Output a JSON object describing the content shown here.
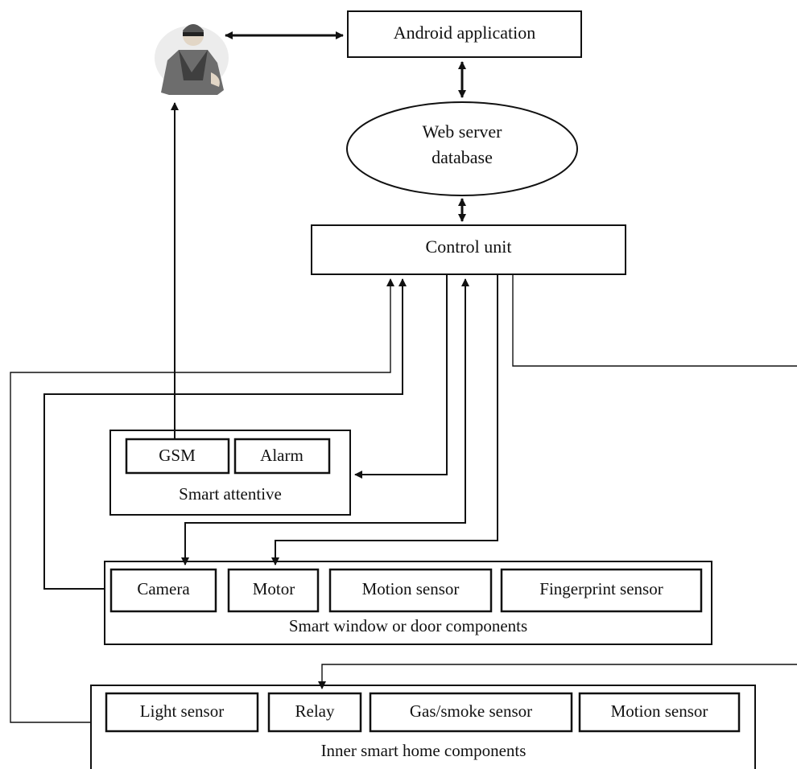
{
  "nodes": {
    "android_app": "Android application",
    "web_server": [
      "Web server",
      "database"
    ],
    "control_unit": "Control unit"
  },
  "smart_attentive": {
    "title": "Smart attentive",
    "items": [
      "GSM",
      "Alarm"
    ]
  },
  "window_door": {
    "title": "Smart window or door components",
    "items": [
      "Camera",
      "Motor",
      "Motion sensor",
      "Fingerprint sensor"
    ]
  },
  "inner_home": {
    "title": "Inner smart home components",
    "items": [
      "Light sensor",
      "Relay",
      "Gas/smoke sensor",
      "Motion sensor"
    ]
  },
  "icons": {
    "user": "user-figure-icon"
  }
}
